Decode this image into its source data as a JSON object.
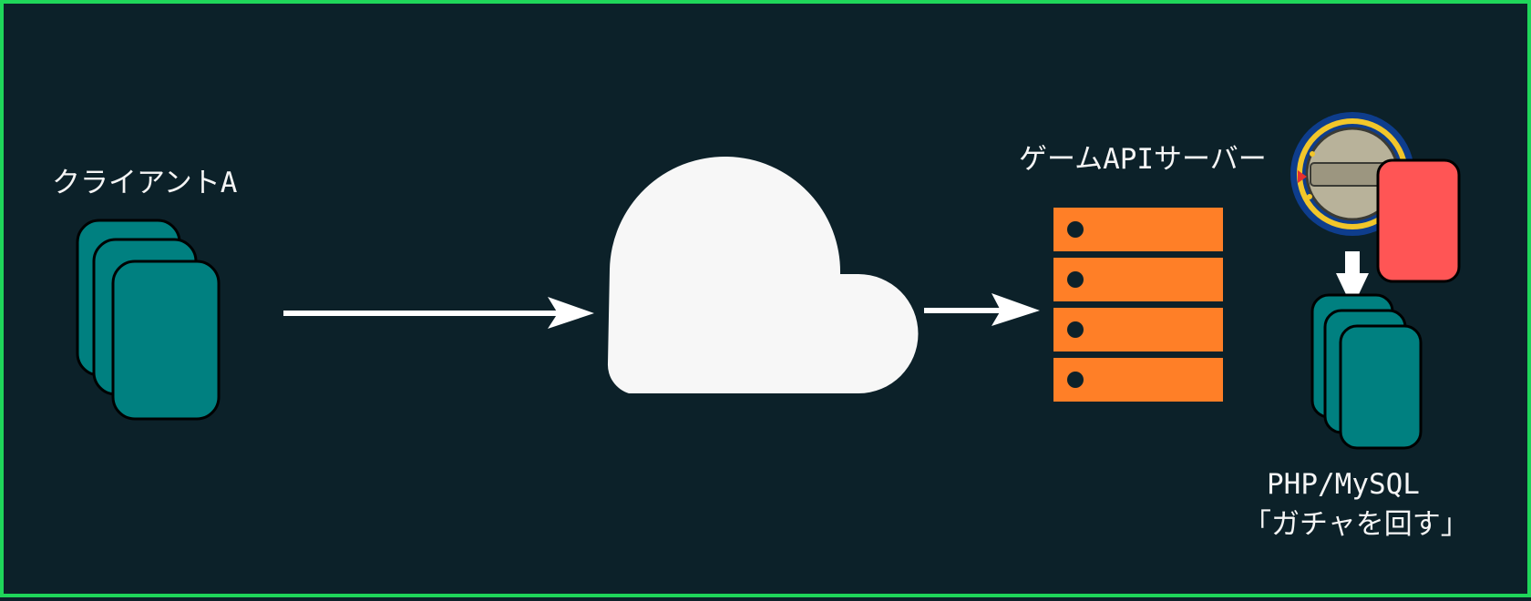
{
  "client": {
    "label": "クライアントA"
  },
  "server": {
    "label": "ゲームAPIサーバー"
  },
  "database": {
    "label_line1": "PHP/MySQL",
    "label_line2": "「ガチャを回す」"
  },
  "colors": {
    "background": "#0c2129",
    "frame": "#1fd65a",
    "device": "#008080",
    "server": "#ff7f27",
    "cloud": "#f7f7f7",
    "card": "#ff5555",
    "arrow": "#ffffff"
  },
  "icons": {
    "client": "client-devices-icon",
    "network": "cloud-icon",
    "server": "server-rack-icon",
    "gacha": "gacha-capsule-icon",
    "database": "database-stack-icon"
  }
}
